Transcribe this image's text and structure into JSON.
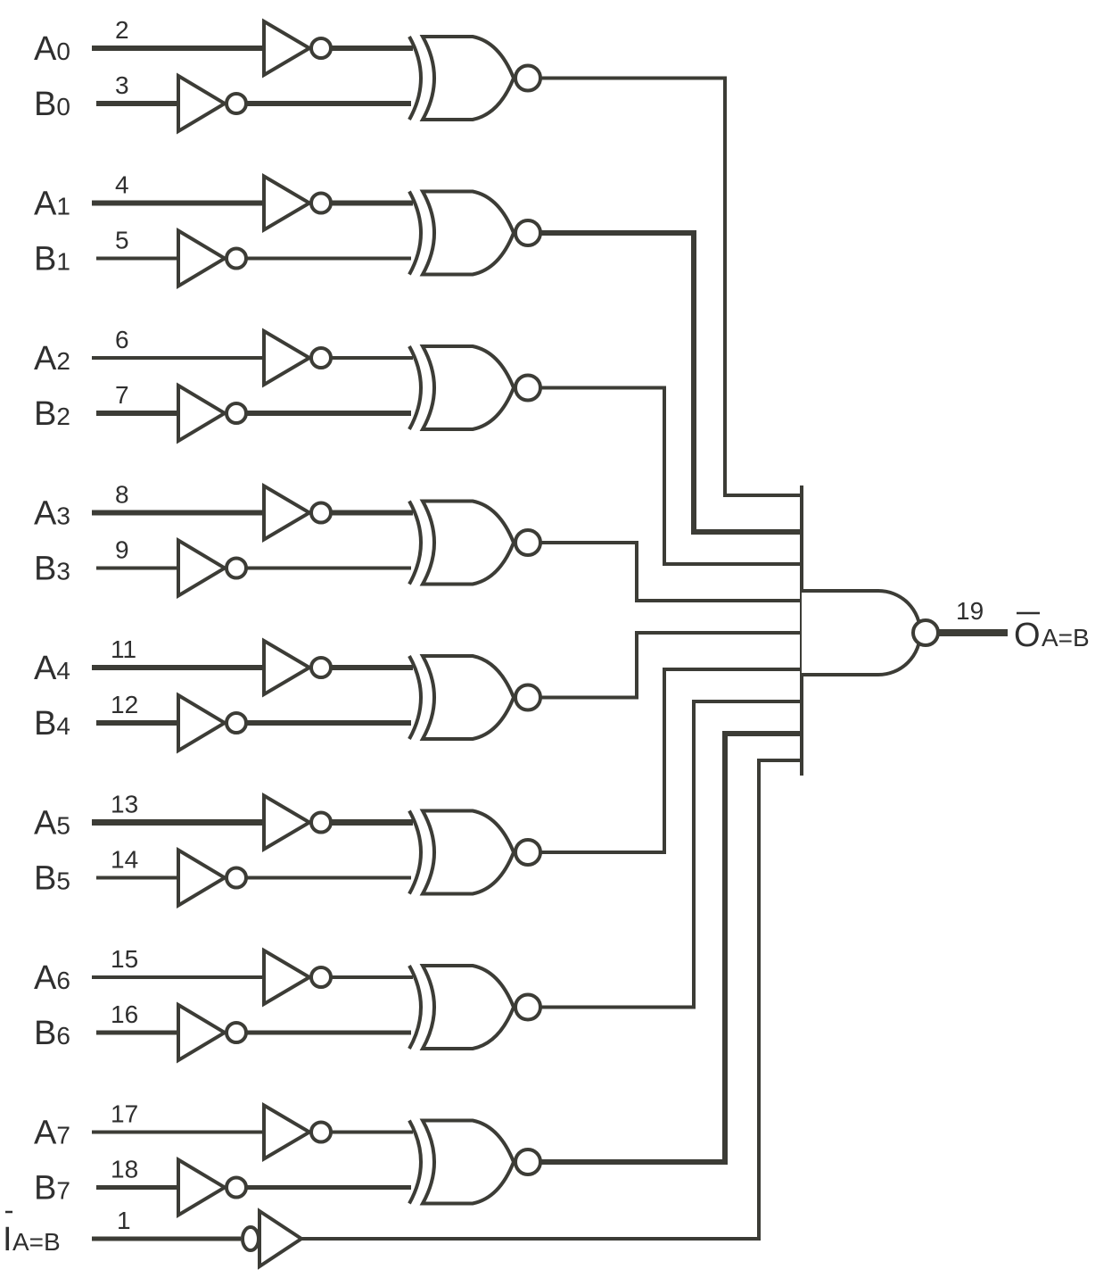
{
  "diagram": {
    "title": "8-bit identity comparator (A=B) logic diagram",
    "stages": [
      {
        "a_name": "A",
        "a_sub": "0",
        "a_pin": "2",
        "b_name": "B",
        "b_sub": "0",
        "b_pin": "3"
      },
      {
        "a_name": "A",
        "a_sub": "1",
        "a_pin": "4",
        "b_name": "B",
        "b_sub": "1",
        "b_pin": "5"
      },
      {
        "a_name": "A",
        "a_sub": "2",
        "a_pin": "6",
        "b_name": "B",
        "b_sub": "2",
        "b_pin": "7"
      },
      {
        "a_name": "A",
        "a_sub": "3",
        "a_pin": "8",
        "b_name": "B",
        "b_sub": "3",
        "b_pin": "9"
      },
      {
        "a_name": "A",
        "a_sub": "4",
        "a_pin": "11",
        "b_name": "B",
        "b_sub": "4",
        "b_pin": "12"
      },
      {
        "a_name": "A",
        "a_sub": "5",
        "a_pin": "13",
        "b_name": "B",
        "b_sub": "5",
        "b_pin": "14"
      },
      {
        "a_name": "A",
        "a_sub": "6",
        "a_pin": "15",
        "b_name": "B",
        "b_sub": "6",
        "b_pin": "16"
      },
      {
        "a_name": "A",
        "a_sub": "7",
        "a_pin": "17",
        "b_name": "B",
        "b_sub": "7",
        "b_pin": "18"
      }
    ],
    "enable": {
      "name": "I",
      "overbar": true,
      "sub": "A=B",
      "pin": "1"
    },
    "output": {
      "name": "O",
      "overbar": true,
      "sub": "A=B",
      "pin": "19"
    },
    "gates": {
      "input_inverter": "NOT",
      "stage_gate": "XNOR",
      "enable_gate": "active-low input buffer",
      "output_gate": "NAND (9-input)"
    },
    "colors": {
      "ink": "#3c3c36",
      "background": "#ffffff"
    }
  }
}
